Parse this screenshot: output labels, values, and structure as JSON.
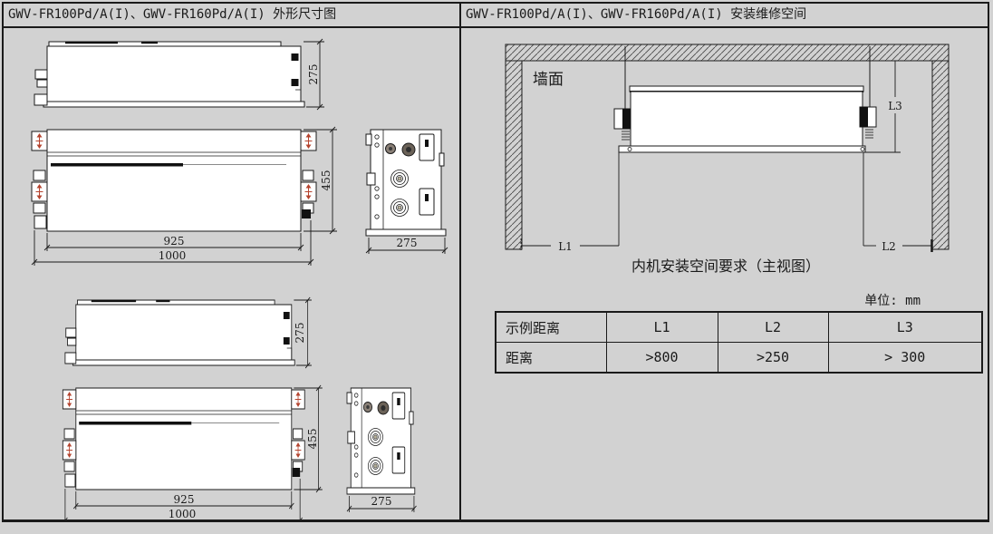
{
  "colors": {
    "background": "#d2d2d2",
    "line": "#1a1a1a",
    "marker_red": "#b5442f"
  },
  "left_panel": {
    "title": "GWV-FR100Pd/A(I)、GWV-FR160Pd/A(I) 外形尺寸图",
    "unit1": {
      "top_depth": "275",
      "front_height": "455",
      "hanger_pitch": "925",
      "total_length": "1000",
      "side_width": "275"
    },
    "unit2": {
      "top_depth": "275",
      "front_height": "455",
      "hanger_pitch": "925",
      "total_length": "1000",
      "side_width": "275"
    }
  },
  "right_panel": {
    "title": "GWV-FR100Pd/A(I)、GWV-FR160Pd/A(I) 安装维修空间",
    "diagram": {
      "wall_label": "墙面",
      "l1_label": "L1",
      "l2_label": "L2",
      "l3_label": "L3",
      "caption": "内机安装空间要求（主视图）"
    },
    "unit_note": "单位: mm",
    "table": {
      "headers": [
        "示例距离",
        "L1",
        "L2",
        "L3"
      ],
      "row_label": "距离",
      "values": [
        ">800",
        ">250",
        "> 300"
      ]
    }
  }
}
